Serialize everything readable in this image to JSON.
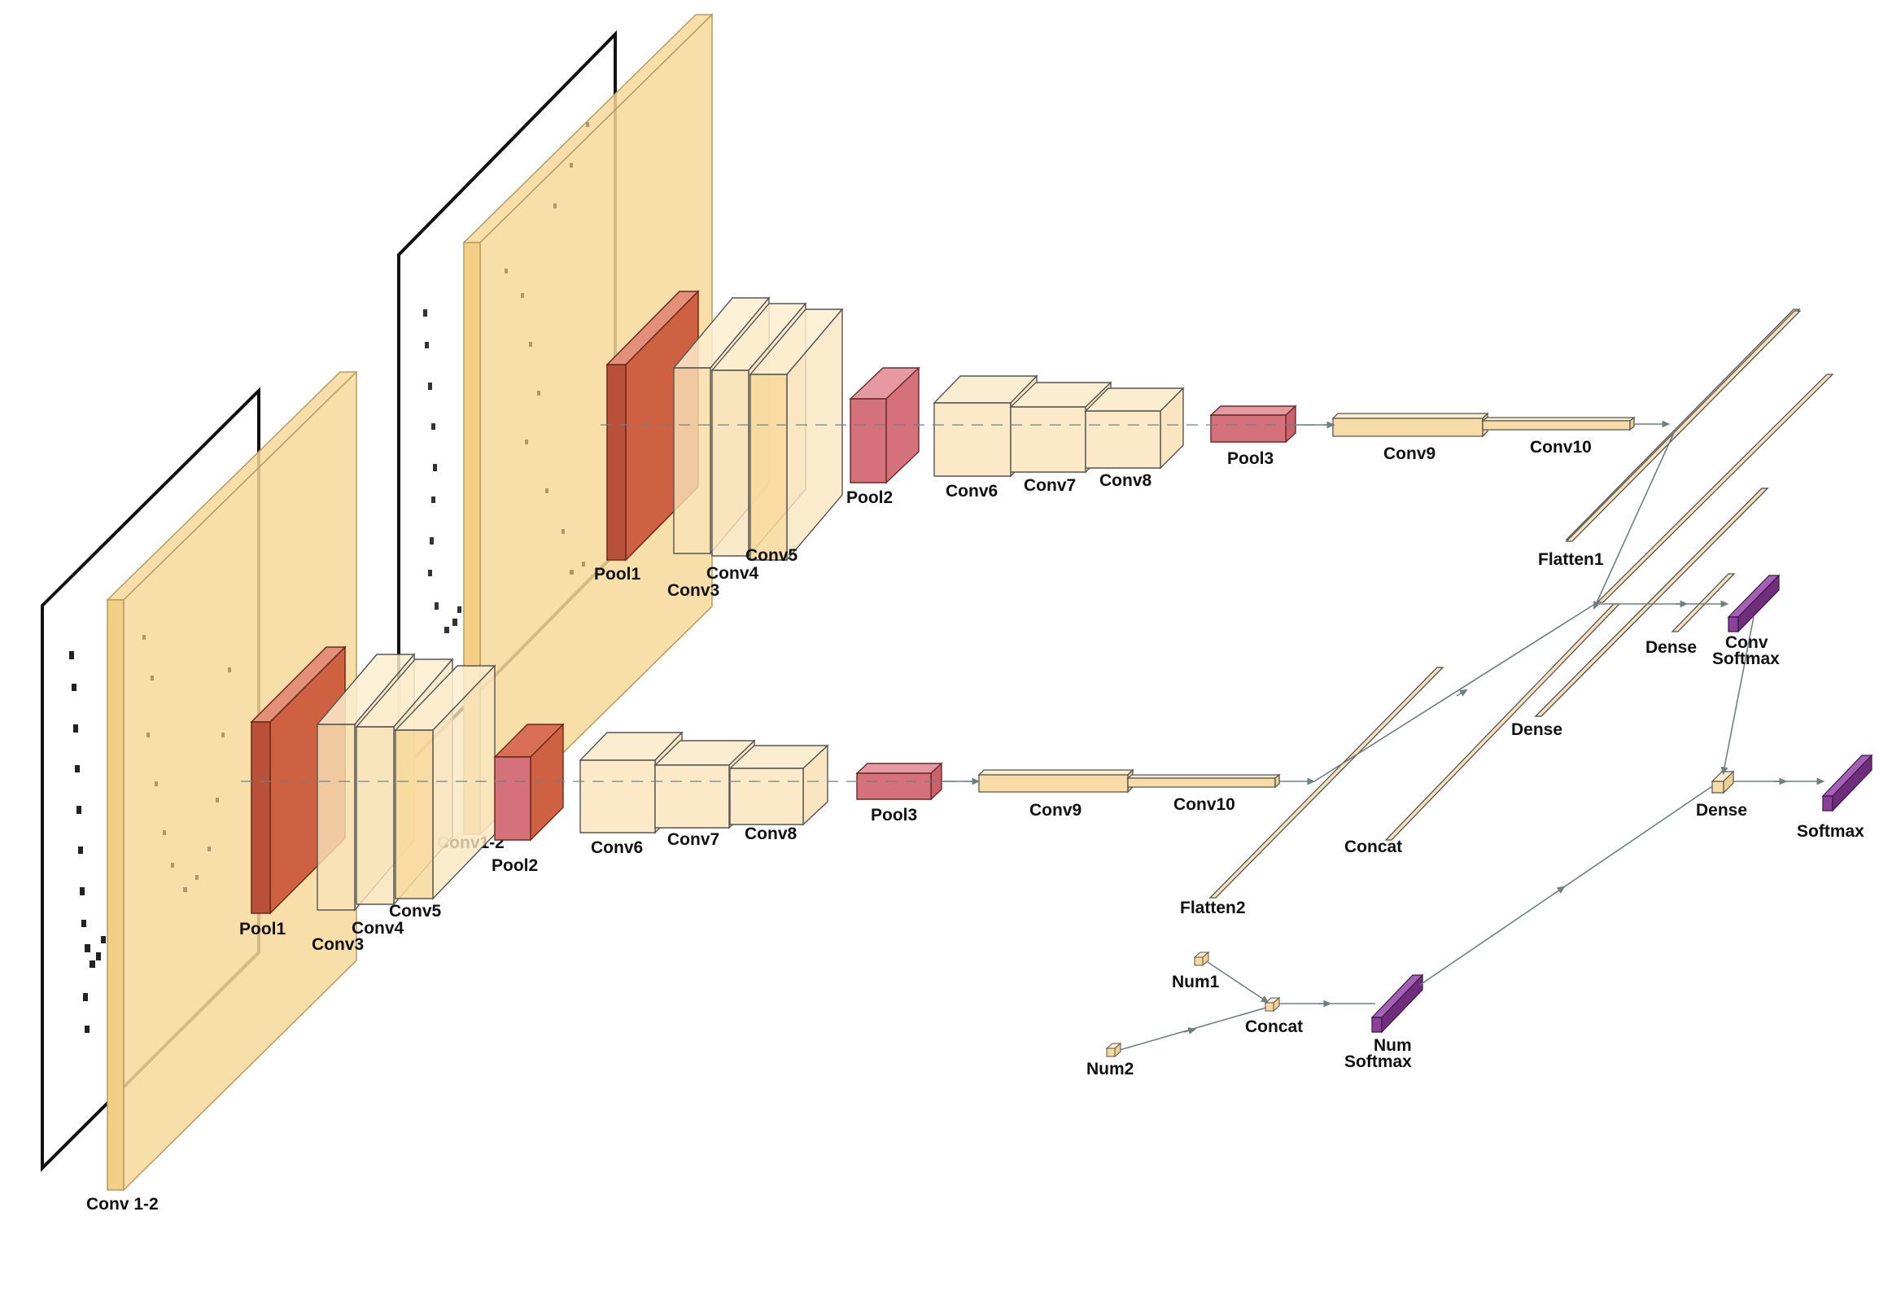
{
  "diagram": {
    "colors": {
      "conv": "#f7d99b",
      "conv_light": "#f9e6c0",
      "pool_dark": "#cf6143",
      "pool_light": "#d4717a",
      "flat": "#f5e2bd",
      "softmax": "#8a3f99",
      "edge": "#6f8080"
    },
    "branch_a": {
      "conv12": "Conv1-2",
      "pool1": "Pool1",
      "conv3": "Conv3",
      "conv4": "Conv4",
      "conv5": "Conv5",
      "pool2": "Pool2",
      "conv6": "Conv6",
      "conv7": "Conv7",
      "conv8": "Conv8",
      "pool3": "Pool3",
      "conv9": "Conv9",
      "conv10": "Conv10",
      "flatten1": "Flatten1"
    },
    "branch_b": {
      "conv12": "Conv 1-2",
      "pool1": "Pool1",
      "conv3": "Conv3",
      "conv4": "Conv4",
      "conv5": "Conv5",
      "pool2": "Pool2",
      "conv6": "Conv6",
      "conv7": "Conv7",
      "conv8": "Conv8",
      "pool3": "Pool3",
      "conv9": "Conv9",
      "conv10": "Conv10",
      "flatten2": "Flatten2"
    },
    "head": {
      "concat": "Concat",
      "dense_a": "Dense",
      "dense_b": "Dense",
      "conv_softmax_1": "Conv",
      "conv_softmax_2": "Softmax",
      "dense_final": "Dense",
      "softmax": "Softmax"
    },
    "numeric": {
      "num1": "Num1",
      "num2": "Num2",
      "concat": "Concat",
      "num_softmax_1": "Num",
      "num_softmax_2": "Softmax"
    }
  }
}
